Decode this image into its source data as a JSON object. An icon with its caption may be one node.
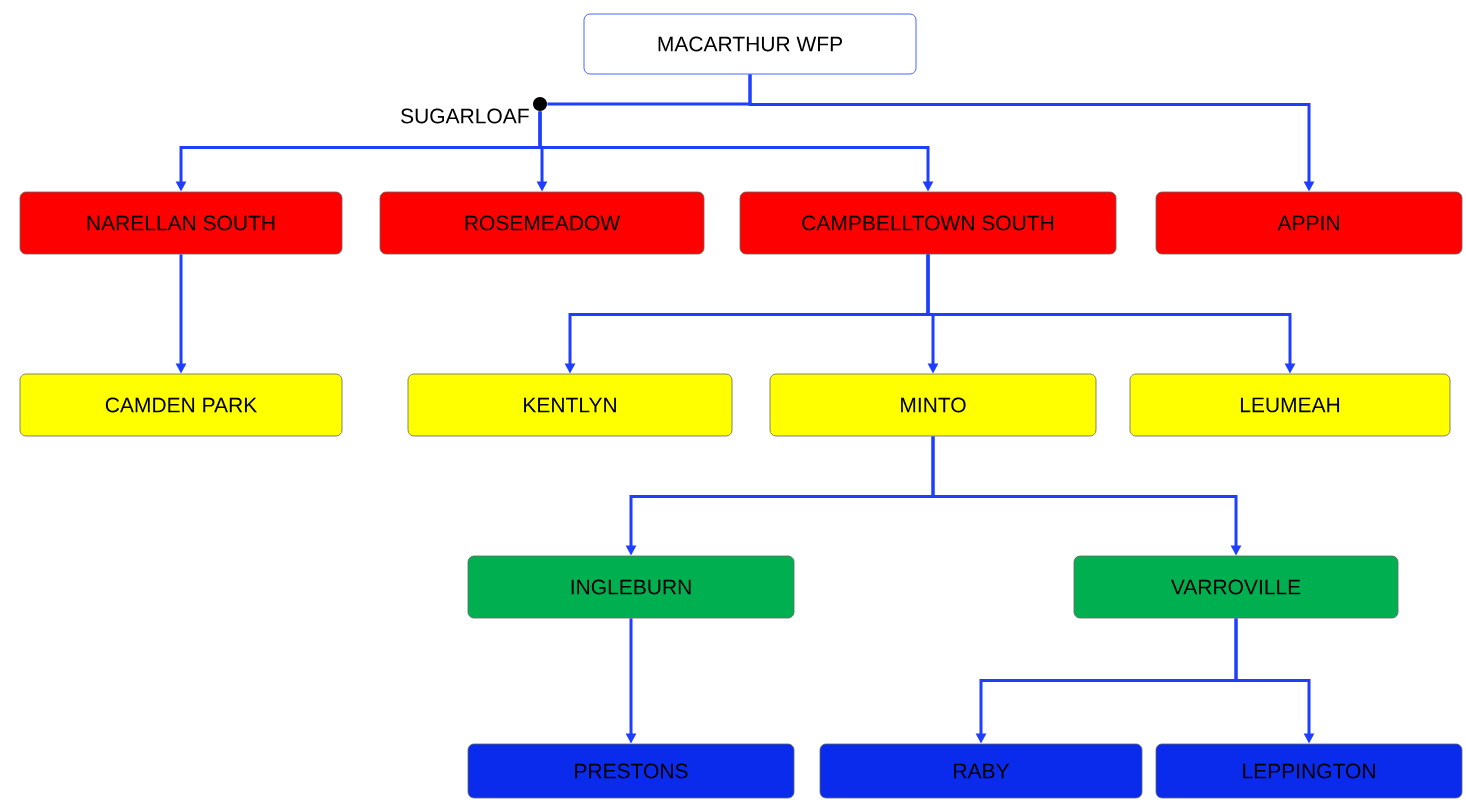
{
  "diagram": {
    "nodes": [
      {
        "text": [
          "MACARTHUR WFP"
        ]
      },
      {
        "text": [],
        "shape": "circle",
        "beside": [
          "SUGARLOAF"
        ]
      },
      {
        "text": [
          "NARELLAN SOUTH"
        ]
      },
      {
        "text": [
          "ROSEMEADOW"
        ]
      },
      {
        "text": [
          "CAMPBELLTOWN SOUTH"
        ]
      },
      {
        "text": [
          "APPIN"
        ]
      },
      {
        "text": [
          "CAMDEN PARK"
        ]
      },
      {
        "text": [
          "KENTLYN"
        ]
      },
      {
        "text": [
          "MINTO"
        ]
      },
      {
        "text": [
          "LEUMEAH"
        ]
      },
      {
        "text": [
          "INGLEBURN"
        ]
      },
      {
        "text": [
          "VARROVILLE"
        ]
      },
      {
        "text": [
          "PRESTONS"
        ]
      },
      {
        "text": [
          "RABY"
        ]
      },
      {
        "text": [
          "LEPPINGTON"
        ]
      }
    ],
    "edges": [
      {
        "from": 0,
        "to": 1,
        "arrow": "none"
      },
      {
        "from": 0,
        "to": 5,
        "arrow": "to"
      },
      {
        "from": 1,
        "to": 2,
        "arrow": "to"
      },
      {
        "from": 1,
        "to": 3,
        "arrow": "to"
      },
      {
        "from": 1,
        "to": 4,
        "arrow": "to"
      },
      {
        "from": 2,
        "to": 6,
        "arrow": "to"
      },
      {
        "from": 4,
        "to": 7,
        "arrow": "to"
      },
      {
        "from": 4,
        "to": 8,
        "arrow": "to"
      },
      {
        "from": 4,
        "to": 9,
        "arrow": "to"
      },
      {
        "from": 8,
        "to": 10,
        "arrow": "to"
      },
      {
        "from": 8,
        "to": 11,
        "arrow": "to"
      },
      {
        "from": 10,
        "to": 12,
        "arrow": "to"
      },
      {
        "from": 11,
        "to": 13,
        "arrow": "to"
      },
      {
        "from": 11,
        "to": 14,
        "arrow": "to"
      }
    ]
  }
}
